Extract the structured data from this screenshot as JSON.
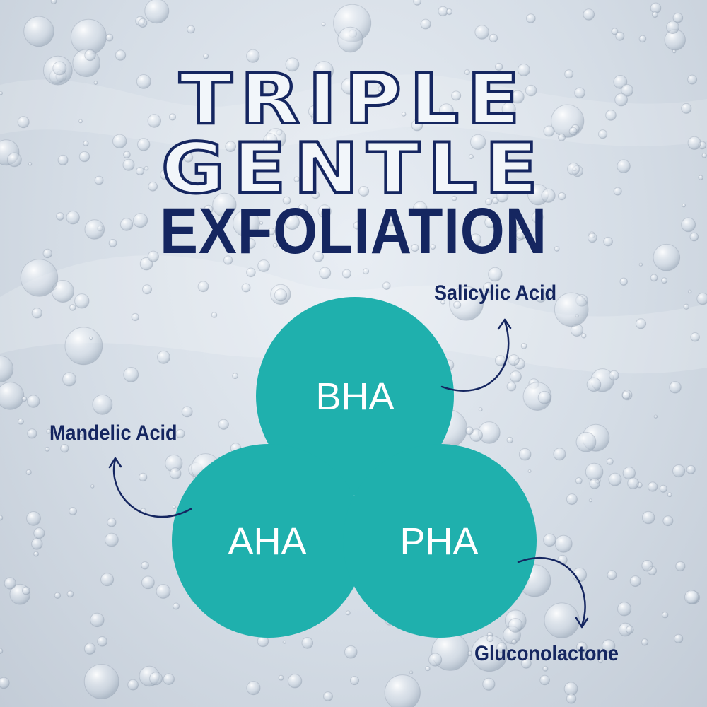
{
  "headline": {
    "line1": "TRIPLE",
    "line2": "GENTLE",
    "line3": "EXFOLIATION"
  },
  "circles": {
    "top": "BHA",
    "left": "AHA",
    "right": "PHA"
  },
  "acids": {
    "bha": "Salicylic Acid",
    "aha": "Mandelic Acid",
    "pha": "Gluconolactone"
  },
  "colors": {
    "circle": "#1fb0ad",
    "text_navy": "#152660",
    "circle_text": "#ffffff"
  }
}
